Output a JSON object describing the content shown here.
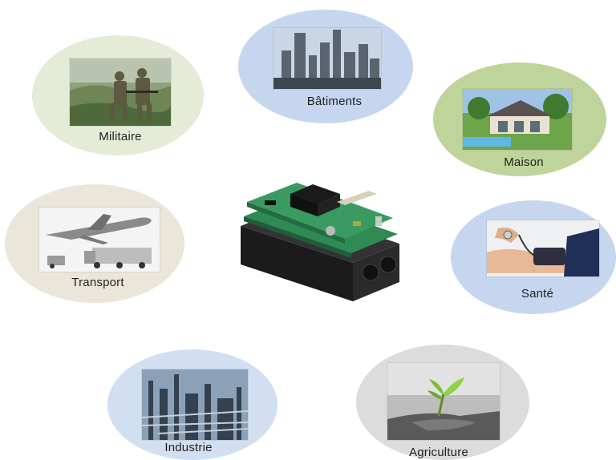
{
  "sectors": {
    "militaire": {
      "label": "Militaire",
      "color": "#e4ebd7"
    },
    "batiments": {
      "label": "Bâtiments",
      "color": "#c6d6ef"
    },
    "maison": {
      "label": "Maison",
      "color": "#bed49a"
    },
    "transport": {
      "label": "Transport",
      "color": "#ebe6da"
    },
    "sante": {
      "label": "Santé",
      "color": "#c6d6ef"
    },
    "industrie": {
      "label": "Industrie",
      "color": "#d1dff1"
    },
    "agriculture": {
      "label": "Agriculture",
      "color": "#dcdcdc"
    }
  },
  "center": {
    "icon": "sensor-node-board-icon"
  }
}
